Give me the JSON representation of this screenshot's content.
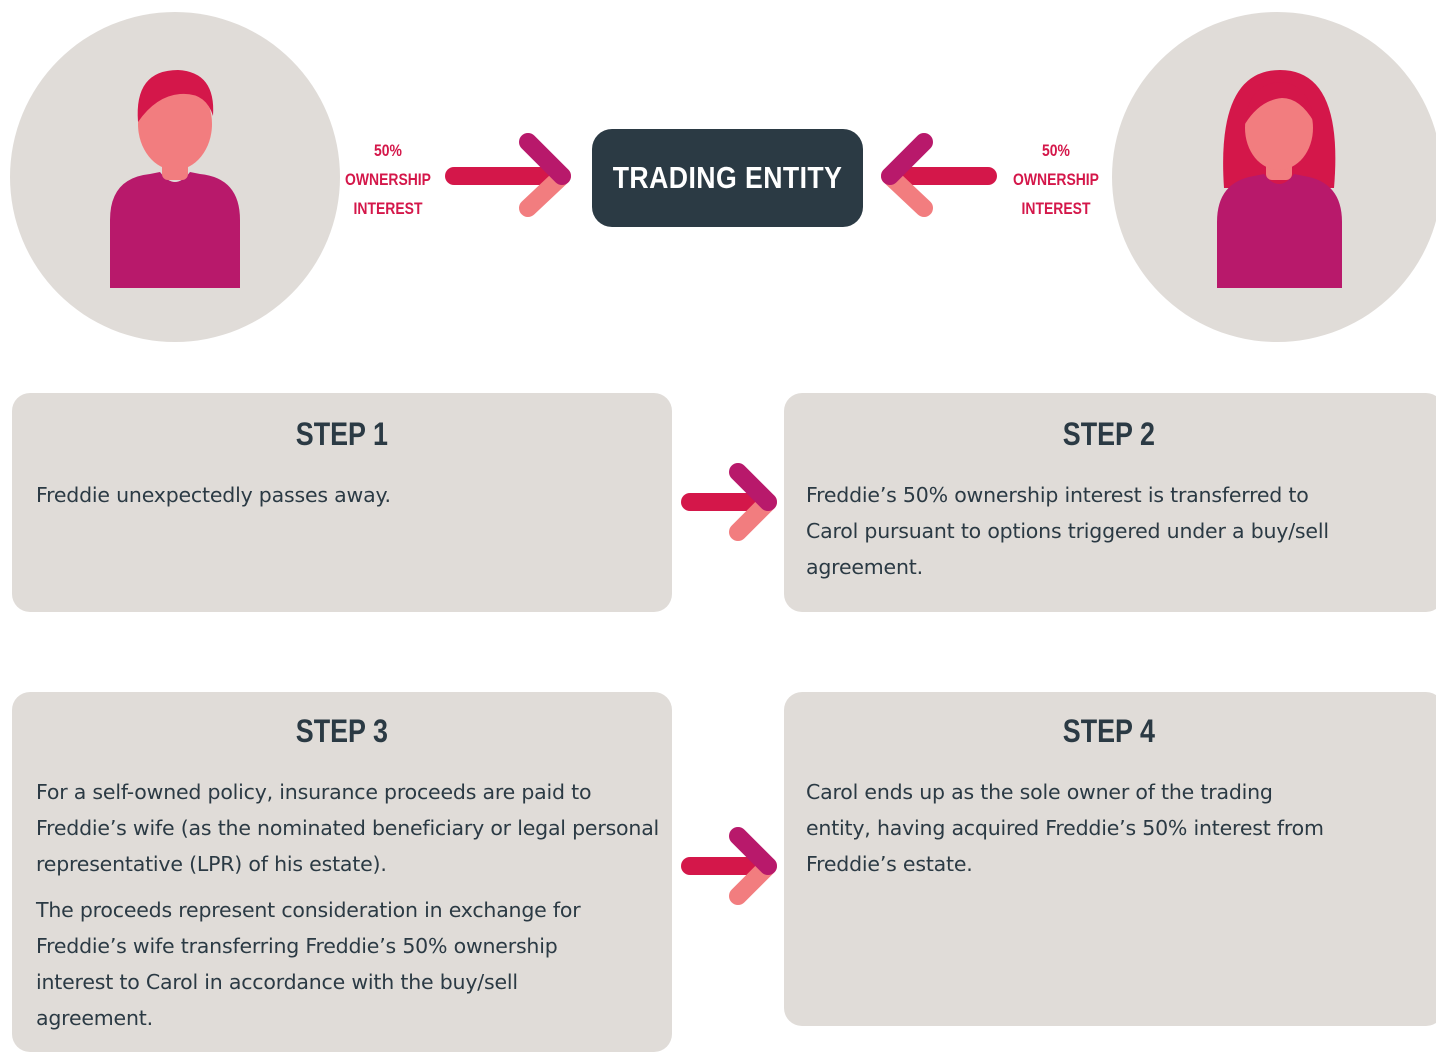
{
  "top": {
    "left_person": {
      "label_lines": [
        "50%",
        "OWNERSHIP",
        "INTEREST"
      ]
    },
    "right_person": {
      "label_lines": [
        "50%",
        "OWNERSHIP",
        "INTEREST"
      ]
    },
    "entity_label": "TRADING ENTITY"
  },
  "steps": [
    {
      "title": "STEP 1",
      "paragraphs": [
        "Freddie unexpectedly passes away."
      ]
    },
    {
      "title": "STEP 2",
      "paragraphs": [
        "Freddie’s 50% ownership interest is transferred to Carol pursuant to options triggered under a buy/sell agreement."
      ]
    },
    {
      "title": "STEP 3",
      "paragraphs": [
        "For a self-owned policy, insurance proceeds are paid to Freddie’s wife (as the nominated beneficiary or legal personal representative (LPR) of his estate).",
        "The proceeds represent consideration in exchange for Freddie’s wife transferring Freddie’s 50% ownership interest to Carol in accordance with the buy/sell agreement."
      ]
    },
    {
      "title": "STEP 4",
      "paragraphs": [
        "Carol ends up as the sole owner of the trading entity, having acquired Freddie’s 50% interest from Freddie’s estate."
      ]
    }
  ],
  "colors": {
    "circle_bg": "#e0dcd8",
    "skin": "#f27d7f",
    "hair": "#d4174a",
    "shirt": "#b8196b",
    "arrow_main": "#d4174a",
    "arrow_upper": "#b8196b",
    "arrow_lower": "#f27d7f",
    "entity_bg": "#2b3a44"
  }
}
